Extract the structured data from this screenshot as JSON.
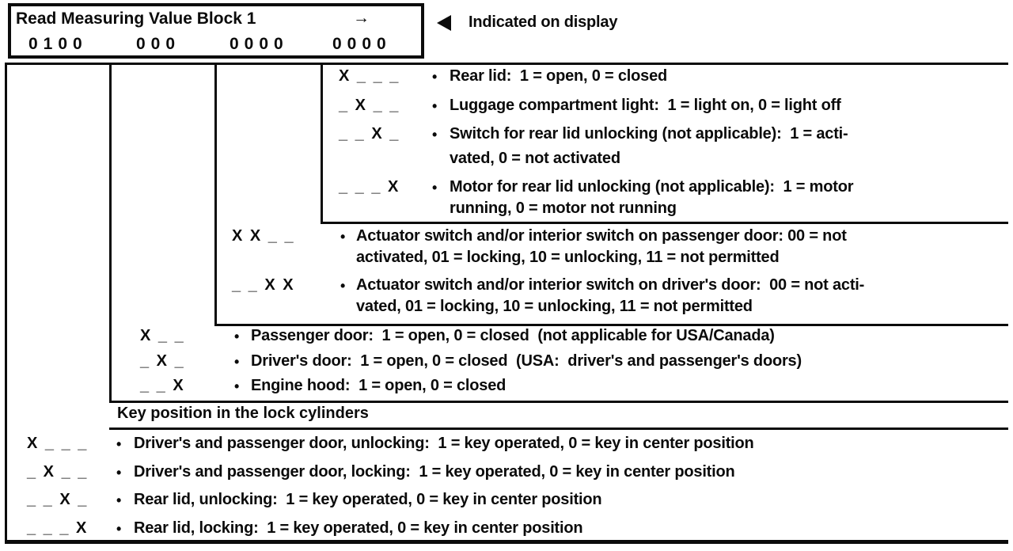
{
  "colors": {
    "ink": "#0b0b0b",
    "background": "#ffffff"
  },
  "bullet": "•",
  "display": {
    "title": "Read Measuring Value Block 1",
    "arrow": "→",
    "values": [
      "0100",
      "000",
      "0000",
      "0000"
    ]
  },
  "indicator": {
    "icon": "left-triangle-icon",
    "label": "Indicated on display"
  },
  "key_section": {
    "header": "Key position in the lock cylinders"
  },
  "groups": {
    "rear_lid": {
      "rows": [
        {
          "pattern": "X _ _ _",
          "line1": "Rear lid:  1 = open, 0 = closed",
          "line2": ""
        },
        {
          "pattern": "_ X _ _",
          "line1": "Luggage compartment light:  1 = light on, 0 = light off",
          "line2": ""
        },
        {
          "pattern": "_ _ X _",
          "line1": "Switch for rear lid unlocking (not applicable):  1 = acti-",
          "line2": "vated, 0 = not activated"
        },
        {
          "pattern": "_ _ _ X",
          "line1": "Motor for rear lid unlocking (not applicable):  1 = motor",
          "line2": "running, 0 = motor not running"
        }
      ]
    },
    "actuator": {
      "rows": [
        {
          "pattern": "X X _ _",
          "line1": "Actuator switch and/or interior switch on passenger door: 00 = not",
          "line2": "activated, 01 = locking, 10 = unlocking, 11 = not permitted"
        },
        {
          "pattern": "_ _ X X",
          "line1": "Actuator switch and/or interior switch on driver's door:  00 = not acti-",
          "line2": "vated, 01 = locking, 10 = unlocking, 11 = not permitted"
        }
      ]
    },
    "doors": {
      "rows": [
        {
          "pattern": "X _ _",
          "line1": "Passenger door:  1 = open, 0 = closed  (not applicable for USA/Canada)"
        },
        {
          "pattern": "_ X _",
          "line1": "Driver's door:  1 = open, 0 = closed  (USA:  driver's and passenger's doors)"
        },
        {
          "pattern": "_ _ X",
          "line1": "Engine hood:  1 = open, 0 = closed"
        }
      ]
    },
    "key_position": {
      "rows": [
        {
          "pattern": "X _ _ _",
          "line1": "Driver's and passenger door, unlocking:  1 = key operated, 0 = key in center position"
        },
        {
          "pattern": "_ X _ _",
          "line1": "Driver's and passenger door, locking:  1 = key operated, 0 = key in center position"
        },
        {
          "pattern": "_ _ X _",
          "line1": "Rear lid, unlocking:  1 = key operated, 0 = key in center position"
        },
        {
          "pattern": "_ _ _ X",
          "line1": "Rear lid, locking:  1 = key operated, 0 = key in center position"
        }
      ]
    }
  }
}
